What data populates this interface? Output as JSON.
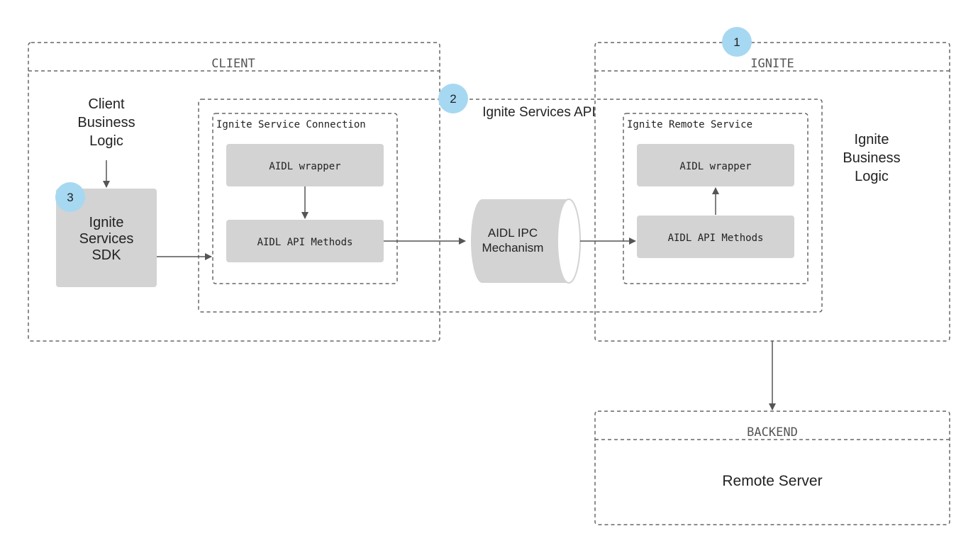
{
  "diagram": {
    "client": {
      "header": "CLIENT",
      "business_logic": [
        "Client",
        "Business",
        "Logic"
      ],
      "sdk": [
        "Ignite",
        "Services",
        "SDK"
      ],
      "sdk_badge": "3"
    },
    "services_api": {
      "title": "Ignite Services API",
      "badge": "2"
    },
    "service_connection": {
      "title": "Ignite Service Connection",
      "wrapper": "AIDL wrapper",
      "api_methods": "AIDL API Methods"
    },
    "ipc": {
      "lines": [
        "AIDL IPC",
        "Mechanism"
      ]
    },
    "ignite": {
      "header": "IGNITE",
      "badge": "1",
      "business_logic": [
        "Ignite",
        "Business",
        "Logic"
      ]
    },
    "remote_service": {
      "title": "Ignite Remote Service",
      "wrapper": "AIDL wrapper",
      "api_methods": "AIDL API Methods"
    },
    "backend": {
      "header": "BACKEND",
      "server": "Remote Server"
    },
    "colors": {
      "box_fill": "#d3d3d3",
      "badge_fill": "#a6d8f2",
      "border": "#666666",
      "arrow": "#555555",
      "text": "#222222"
    }
  }
}
